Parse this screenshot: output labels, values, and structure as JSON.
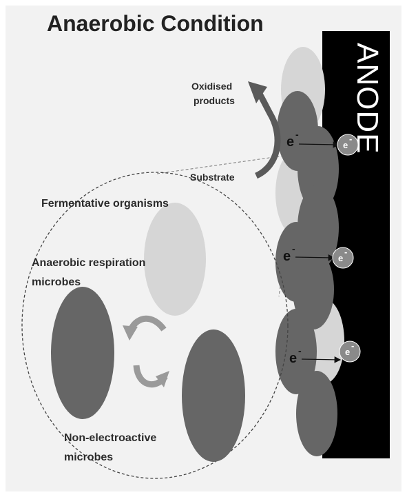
{
  "title": "Anaerobic Condition",
  "anode_label": "ANODE",
  "labels": {
    "oxidised_line1": "Oxidised",
    "oxidised_line2": "products",
    "substrate": "Substrate",
    "fermentative": "Fermentative organisms",
    "anaerobic_line1": "Anaerobic respiration",
    "anaerobic_line2": "microbes",
    "nonelectro_line1": "Non-electroactive",
    "nonelectro_line2": "microbes"
  },
  "electron": {
    "symbol": "e",
    "charge": "-"
  },
  "colors": {
    "background": "#f2f2f2",
    "anode": "#000000",
    "dark_microbe": "#666666",
    "light_microbe": "#d6d6d6",
    "electron_ball": "#8a8a8a",
    "arrow": "#5a5a5a",
    "cycle_arrow": "#9a9a9a"
  }
}
